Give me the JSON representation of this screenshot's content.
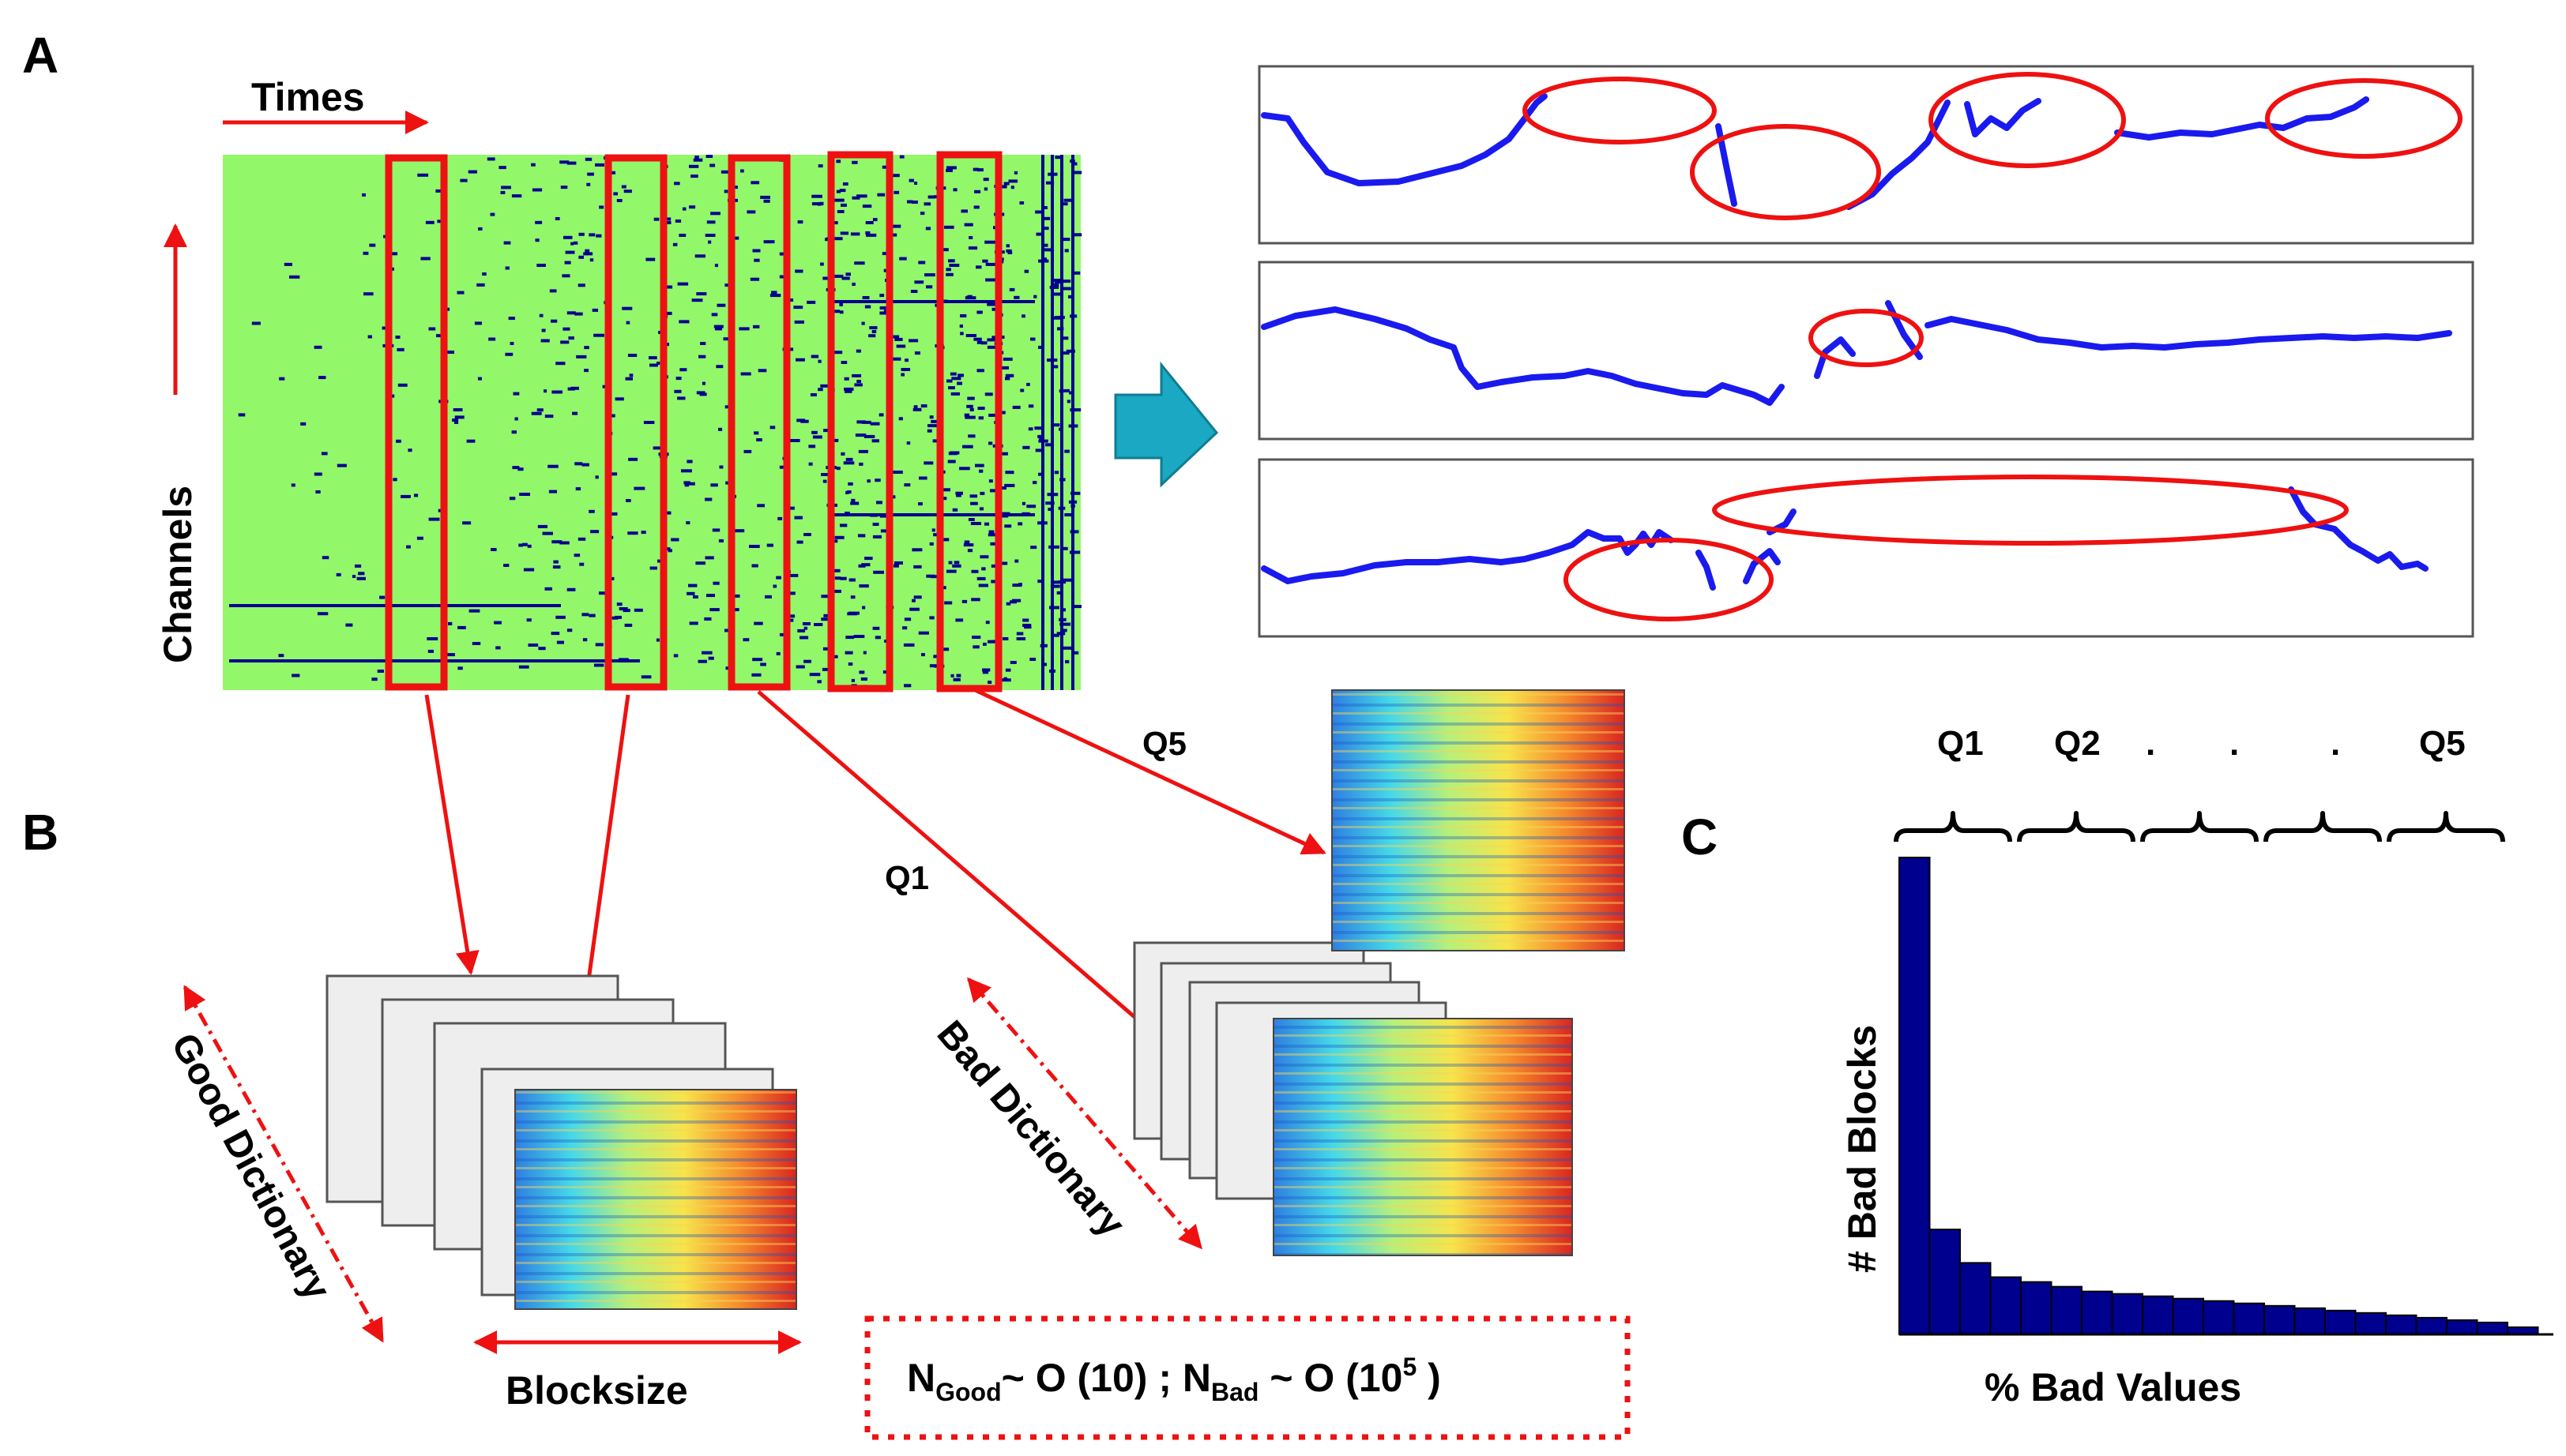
{
  "panels": {
    "a": "A",
    "b": "B",
    "c": "C"
  },
  "panel_a": {
    "x_axis_label": "Times",
    "y_axis_label": "Channels",
    "colors": {
      "background": "#93f76a",
      "bad_value": "#00008f",
      "highlight": "#ee1111",
      "trace": "#1a1aee",
      "arrow": "#1aa8c2"
    }
  },
  "links": {
    "q1": "Q1",
    "q5": "Q5"
  },
  "panel_b": {
    "good_dictionary": "Good Dictionary",
    "bad_dictionary": "Bad Dictionary",
    "blocksize": "Blocksize",
    "formula": {
      "n1": "N",
      "sub1": "Good",
      "mid": "~ O (10) ;  ",
      "n2": "N",
      "sub2": "Bad",
      "tail": " ~ O (10",
      "sup": "5",
      "end": " )"
    }
  },
  "chart_data": {
    "type": "bar",
    "xlabel": "% Bad Values",
    "ylabel": "# Bad Blocks",
    "quantile_labels": [
      "Q1",
      "Q2",
      ".",
      ".",
      ".",
      "Q5"
    ],
    "values": [
      100,
      22,
      15,
      12,
      11,
      10,
      9,
      8.5,
      8,
      7.5,
      7,
      6.5,
      6,
      5.5,
      5,
      4.5,
      4,
      3.5,
      3,
      2.5,
      1.5
    ],
    "bar_color": "#00008f"
  }
}
